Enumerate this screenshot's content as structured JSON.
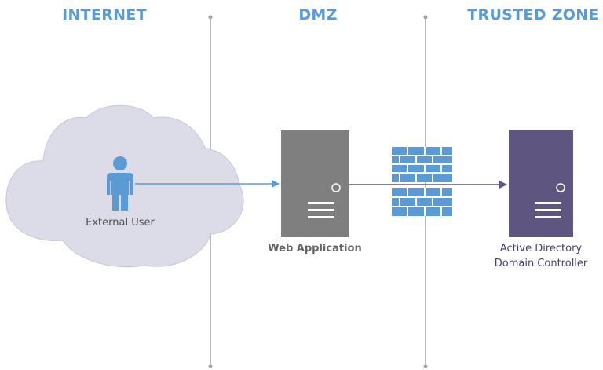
{
  "zones": {
    "internet": "INTERNET",
    "dmz": "DMZ",
    "trusted": "TRUSTED ZONE"
  },
  "nodes": {
    "external_user": "External User",
    "web_application": "Web Application",
    "domain_controller_line1": "Active Directory",
    "domain_controller_line2": "Domain Controller"
  },
  "colors": {
    "zone_title": "#5b9bd5",
    "divider": "#a6a6a6",
    "cloud": "#dcdbe8",
    "user": "#5b9bd5",
    "web_server": "#7f7f7f",
    "dc_server": "#5f5581",
    "firewall": "#5b9bd5",
    "arrow_to_web": "#5b9bd5",
    "arrow_to_dc": "#5f5581",
    "label_gray": "#666666",
    "label_dark": "#4d4d4d",
    "label_purple": "#46407a"
  },
  "icons": {
    "cloud": "cloud-icon",
    "user": "user-icon",
    "server": "server-icon",
    "firewall": "firewall-icon"
  }
}
